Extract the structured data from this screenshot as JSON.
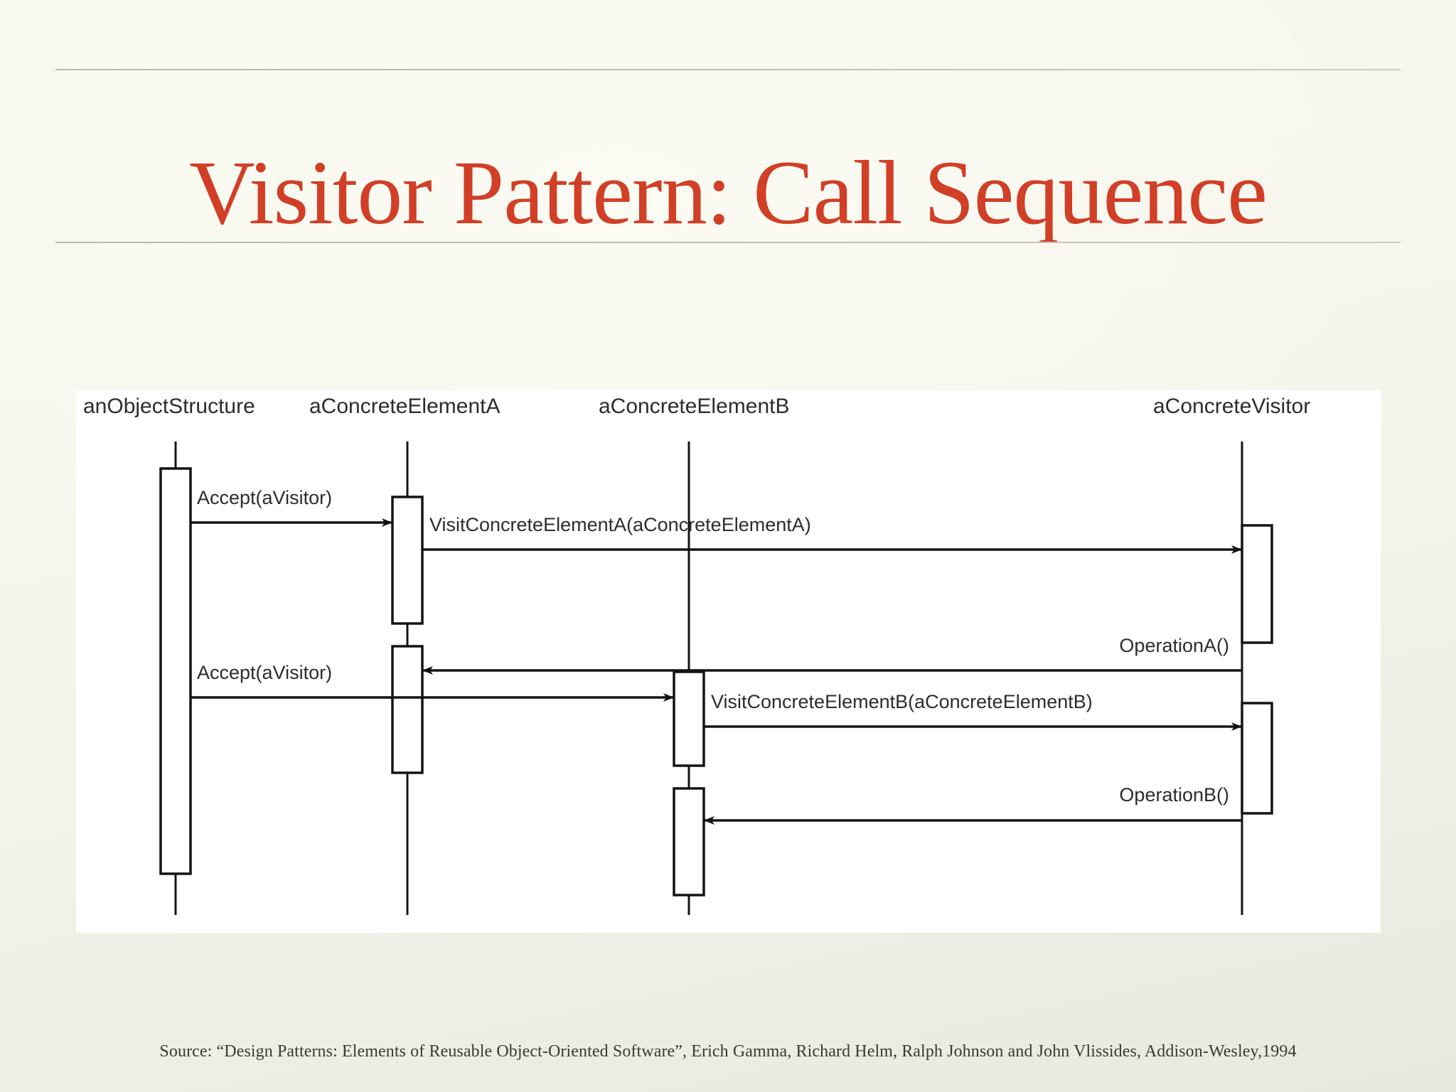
{
  "slide": {
    "title": "Visitor Pattern: Call Sequence",
    "title_color": "#d13f26",
    "background_color": "#f5f4ea",
    "source": "Source: “Design Patterns: Elements of Reusable Object-Oriented Software”, Erich Gamma, Richard Helm, Ralph Johnson and John Vlissides, Addison-Wesley,1994"
  },
  "diagram": {
    "type": "uml-sequence-diagram",
    "panel_background": "#ffffff",
    "line_color": "#1a1a1a",
    "lifelines": [
      {
        "id": "objectStructure",
        "label": "anObjectStructure"
      },
      {
        "id": "concreteElementA",
        "label": "aConcreteElementA"
      },
      {
        "id": "concreteElementB",
        "label": "aConcreteElementB"
      },
      {
        "id": "concreteVisitor",
        "label": "aConcreteVisitor"
      }
    ],
    "messages": [
      {
        "id": "m1",
        "label": "Accept(aVisitor)",
        "from": "objectStructure",
        "to": "concreteElementA",
        "direction": "right"
      },
      {
        "id": "m2",
        "label": "VisitConcreteElementA(aConcreteElementA)",
        "from": "concreteElementA",
        "to": "concreteVisitor",
        "direction": "right"
      },
      {
        "id": "m3",
        "label": "OperationA()",
        "from": "concreteVisitor",
        "to": "concreteElementA",
        "direction": "left"
      },
      {
        "id": "m4",
        "label": "Accept(aVisitor)",
        "from": "objectStructure",
        "to": "concreteElementB",
        "direction": "right"
      },
      {
        "id": "m5",
        "label": "VisitConcreteElementB(aConcreteElementB)",
        "from": "concreteElementB",
        "to": "concreteVisitor",
        "direction": "right"
      },
      {
        "id": "m6",
        "label": "OperationB()",
        "from": "concreteVisitor",
        "to": "concreteElementB",
        "direction": "left"
      }
    ]
  }
}
